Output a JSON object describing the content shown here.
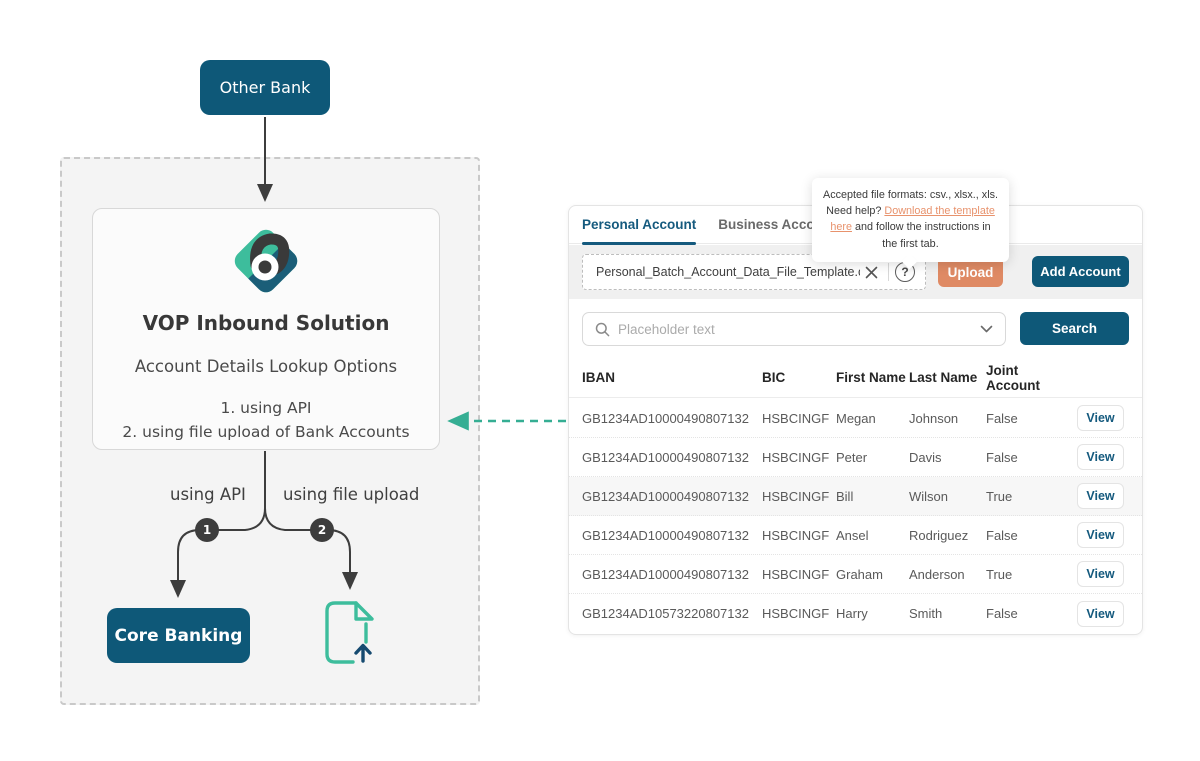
{
  "diagram": {
    "other_bank_label": "Other Bank",
    "solution": {
      "title": "VOP Inbound Solution",
      "subtitle": "Account Details Lookup Options",
      "option1": "1. using API",
      "option2": "2. using file upload of Bank Accounts"
    },
    "branch1_label": "using API",
    "branch2_label": "using file upload",
    "badge1": "1",
    "badge2": "2",
    "core_banking_label": "Core Banking"
  },
  "panel": {
    "tabs": [
      {
        "label": "Personal Account",
        "active": true
      },
      {
        "label": "Business Account",
        "active": false
      }
    ],
    "tooltip": {
      "text_before": "Accepted file formats: csv., xlsx., xls. Need help? ",
      "link_text": "Download the template here",
      "text_after": " and follow the instructions in the first tab."
    },
    "upload": {
      "filename": "Personal_Batch_Account_Data_File_Template.csv",
      "upload_label": "Upload",
      "add_account_label": "Add Account"
    },
    "search": {
      "placeholder": "Placeholder text",
      "button_label": "Search"
    },
    "table": {
      "headers": [
        "IBAN",
        "BIC",
        "First Name",
        "Last Name",
        "Joint Account"
      ],
      "view_label": "View",
      "rows": [
        {
          "iban": "GB1234AD10000490807132",
          "bic": "HSBCINGF",
          "first_name": "Megan",
          "last_name": "Johnson",
          "joint": "False",
          "highlighted": false
        },
        {
          "iban": "GB1234AD10000490807132",
          "bic": "HSBCINGF",
          "first_name": "Peter",
          "last_name": "Davis",
          "joint": "False",
          "highlighted": false
        },
        {
          "iban": "GB1234AD10000490807132",
          "bic": "HSBCINGF",
          "first_name": "Bill",
          "last_name": "Wilson",
          "joint": "True",
          "highlighted": true
        },
        {
          "iban": "GB1234AD10000490807132",
          "bic": "HSBCINGF",
          "first_name": "Ansel",
          "last_name": "Rodriguez",
          "joint": "False",
          "highlighted": false
        },
        {
          "iban": "GB1234AD10000490807132",
          "bic": "HSBCINGF",
          "first_name": "Graham",
          "last_name": "Anderson",
          "joint": "True",
          "highlighted": false
        },
        {
          "iban": "GB1234AD10573220807132",
          "bic": "HSBCINGF",
          "first_name": "Harry",
          "last_name": "Smith",
          "joint": "False",
          "highlighted": false
        }
      ]
    }
  },
  "colors": {
    "primary_teal": "#0e5878",
    "accent_green": "#3dbd9c",
    "arrow_green": "#35ae93",
    "salmon": "#df8a64",
    "link_salmon": "#e8926c",
    "dark_gray": "#3d3d3d"
  }
}
